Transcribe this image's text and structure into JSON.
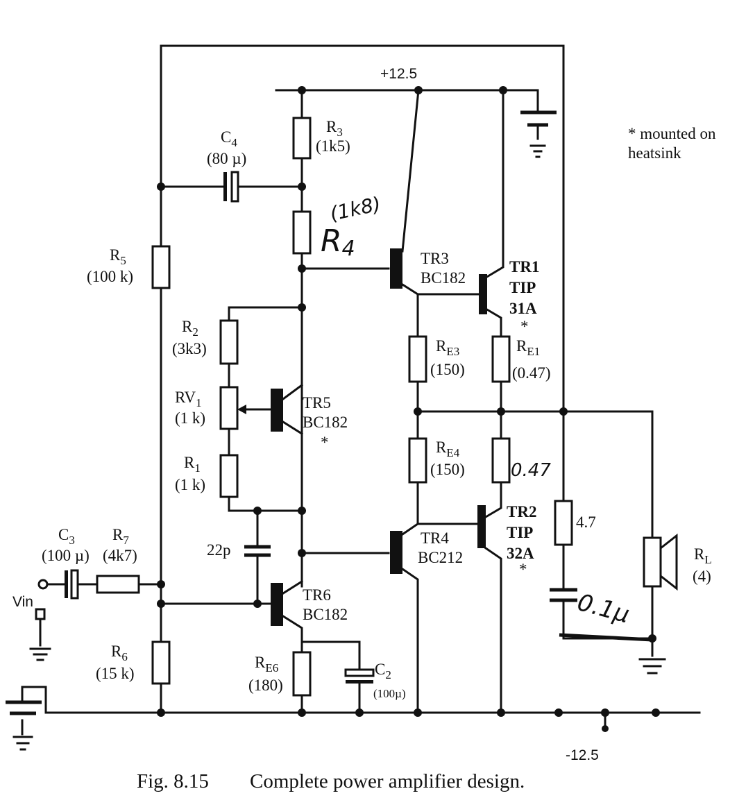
{
  "supply": {
    "positive": "+12.5",
    "negative": "-12.5"
  },
  "note": {
    "line1": "* mounted on",
    "line2": "heatsink"
  },
  "input": {
    "label": "Vin"
  },
  "caption": {
    "number": "Fig. 8.15",
    "text": "Complete power amplifier design."
  },
  "components": {
    "c4": {
      "name": "C",
      "sub": "4",
      "value": "(80 µ)"
    },
    "r3": {
      "name": "R",
      "sub": "3",
      "value": "(1k5)"
    },
    "r4": {
      "name": "R",
      "sub": "4",
      "value": "(1k8)"
    },
    "r5": {
      "name": "R",
      "sub": "5",
      "value": "(100 k)"
    },
    "r2": {
      "name": "R",
      "sub": "2",
      "value": "(3k3)"
    },
    "rv1": {
      "name": "RV",
      "sub": "1",
      "value": "(1 k)"
    },
    "r1": {
      "name": "R",
      "sub": "1",
      "value": "(1 k)"
    },
    "c22p": {
      "value": "22p"
    },
    "c3": {
      "name": "C",
      "sub": "3",
      "value": "(100 µ)"
    },
    "r7": {
      "name": "R",
      "sub": "7",
      "value": "(4k7)"
    },
    "r6": {
      "name": "R",
      "sub": "6",
      "value": "(15 k)"
    },
    "re6": {
      "name": "R",
      "sub": "E6",
      "value": "(180)"
    },
    "c2": {
      "name": "C",
      "sub": "2",
      "value": "(100µ)"
    },
    "tr5": {
      "name": "TR5",
      "type": "BC182",
      "mark": "*"
    },
    "tr6": {
      "name": "TR6",
      "type": "BC182"
    },
    "tr3": {
      "name": "TR3",
      "type": "BC182"
    },
    "tr4": {
      "name": "TR4",
      "type": "BC212"
    },
    "tr1": {
      "name": "TR1",
      "type1": "TIP",
      "type2": "31A",
      "mark": "*"
    },
    "tr2": {
      "name": "TR2",
      "type1": "TIP",
      "type2": "32A",
      "mark": "*"
    },
    "re3": {
      "name": "R",
      "sub": "E3",
      "value": "(150)"
    },
    "re4": {
      "name": "R",
      "sub": "E4",
      "value": "(150)"
    },
    "re1": {
      "name": "R",
      "sub": "E1",
      "value": "(0.47)"
    },
    "re2": {
      "value": "0.47"
    },
    "r47": {
      "value": "4.7"
    },
    "c01": {
      "value": "0.1µ"
    },
    "rl": {
      "name": "R",
      "sub": "L",
      "value": "(4)"
    }
  }
}
